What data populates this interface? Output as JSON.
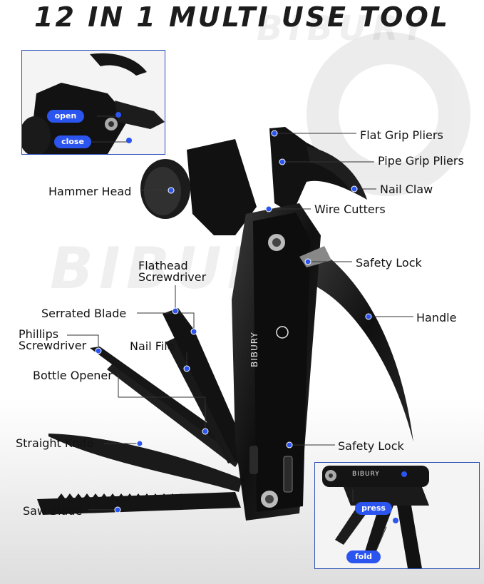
{
  "title": "12 IN 1 MULTI USE TOOL",
  "watermark": "BIBURY",
  "brand": "BIBURY",
  "labels": {
    "flat_grip_pliers": "Flat Grip Pliers",
    "pipe_grip_pliers": "Pipe Grip Pliers",
    "nail_claw": "Nail Claw",
    "wire_cutters": "Wire Cutters",
    "hammer_head": "Hammer Head",
    "safety_lock_top": "Safety Lock",
    "handle": "Handle",
    "flathead_line1": "Flathead",
    "flathead_line2": "Screwdriver",
    "serrated_blade": "Serrated Blade",
    "phillips_line1": "Phillips",
    "phillips_line2": "Screwdriver",
    "nail_file": "Nail File",
    "bottle_opener": "Bottle Opener",
    "straight_knife": "Straight Knife",
    "safety_lock_bottom": "Safety Lock",
    "saw_blade": "Saw Blade"
  },
  "inset_top": {
    "open": "open",
    "close": "close"
  },
  "inset_bottom": {
    "press": "press",
    "fold": "fold"
  },
  "colors": {
    "accent": "#2b55ee",
    "tool": "#151515",
    "leader": "#2a2a2a",
    "inset_border": "#2b50b8"
  }
}
